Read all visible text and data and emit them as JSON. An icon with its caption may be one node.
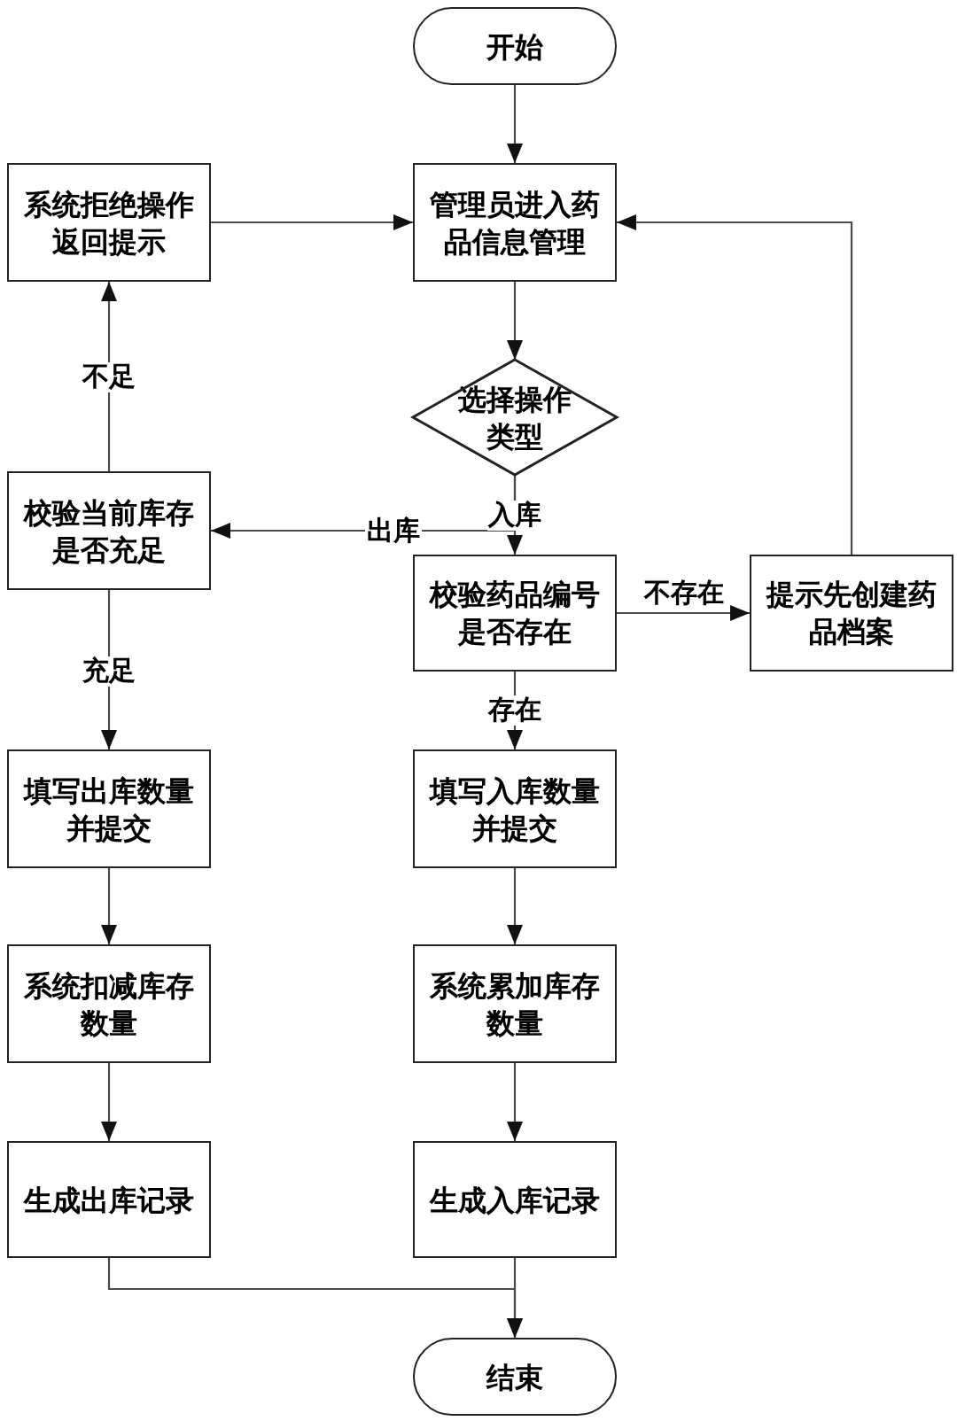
{
  "diagram": {
    "nodes": [
      {
        "text": [
          "开始"
        ]
      },
      {
        "text": [
          "系统拒绝操作返回提示"
        ]
      },
      {
        "text": [
          "管理员进入药品信息管理"
        ]
      },
      {
        "text": [
          "选择操作类型"
        ]
      },
      {
        "text": [
          "校验当前库存是否充足"
        ]
      },
      {
        "text": [
          "校验药品编号是否存在"
        ]
      },
      {
        "text": [
          "提示先创建药品档案"
        ]
      },
      {
        "text": [
          "填写出库数量并提交"
        ]
      },
      {
        "text": [
          "填写入库数量并提交"
        ]
      },
      {
        "text": [
          "系统扣减库存数量"
        ]
      },
      {
        "text": [
          "系统累加库存数量"
        ]
      },
      {
        "text": [
          "生成出库记录"
        ]
      },
      {
        "text": [
          "生成入库记录"
        ]
      },
      {
        "text": [
          "结束"
        ]
      }
    ],
    "edges": [
      {
        "from": 0,
        "to": 2,
        "arrow": "to"
      },
      {
        "from": 2,
        "to": 3,
        "arrow": "to"
      },
      {
        "from": 3,
        "to": 5,
        "arrow": "to",
        "label": "入库"
      },
      {
        "from": 3,
        "to": 4,
        "arrow": "to",
        "label": "出库"
      },
      {
        "from": 4,
        "to": 1,
        "arrow": "to",
        "label": "不足"
      },
      {
        "from": 1,
        "to": 2,
        "arrow": "to"
      },
      {
        "from": 4,
        "to": 7,
        "arrow": "to",
        "label": "充足"
      },
      {
        "from": 5,
        "to": 6,
        "arrow": "to",
        "label": "不存在"
      },
      {
        "from": 6,
        "to": 2,
        "arrow": "to"
      },
      {
        "from": 5,
        "to": 8,
        "arrow": "to",
        "label": "存在"
      },
      {
        "from": 7,
        "to": 9,
        "arrow": "to"
      },
      {
        "from": 8,
        "to": 10,
        "arrow": "to"
      },
      {
        "from": 9,
        "to": 11,
        "arrow": "to"
      },
      {
        "from": 10,
        "to": 12,
        "arrow": "to"
      },
      {
        "from": 11,
        "to": 13,
        "arrow": "to"
      },
      {
        "from": 12,
        "to": 13,
        "arrow": "to"
      }
    ]
  }
}
